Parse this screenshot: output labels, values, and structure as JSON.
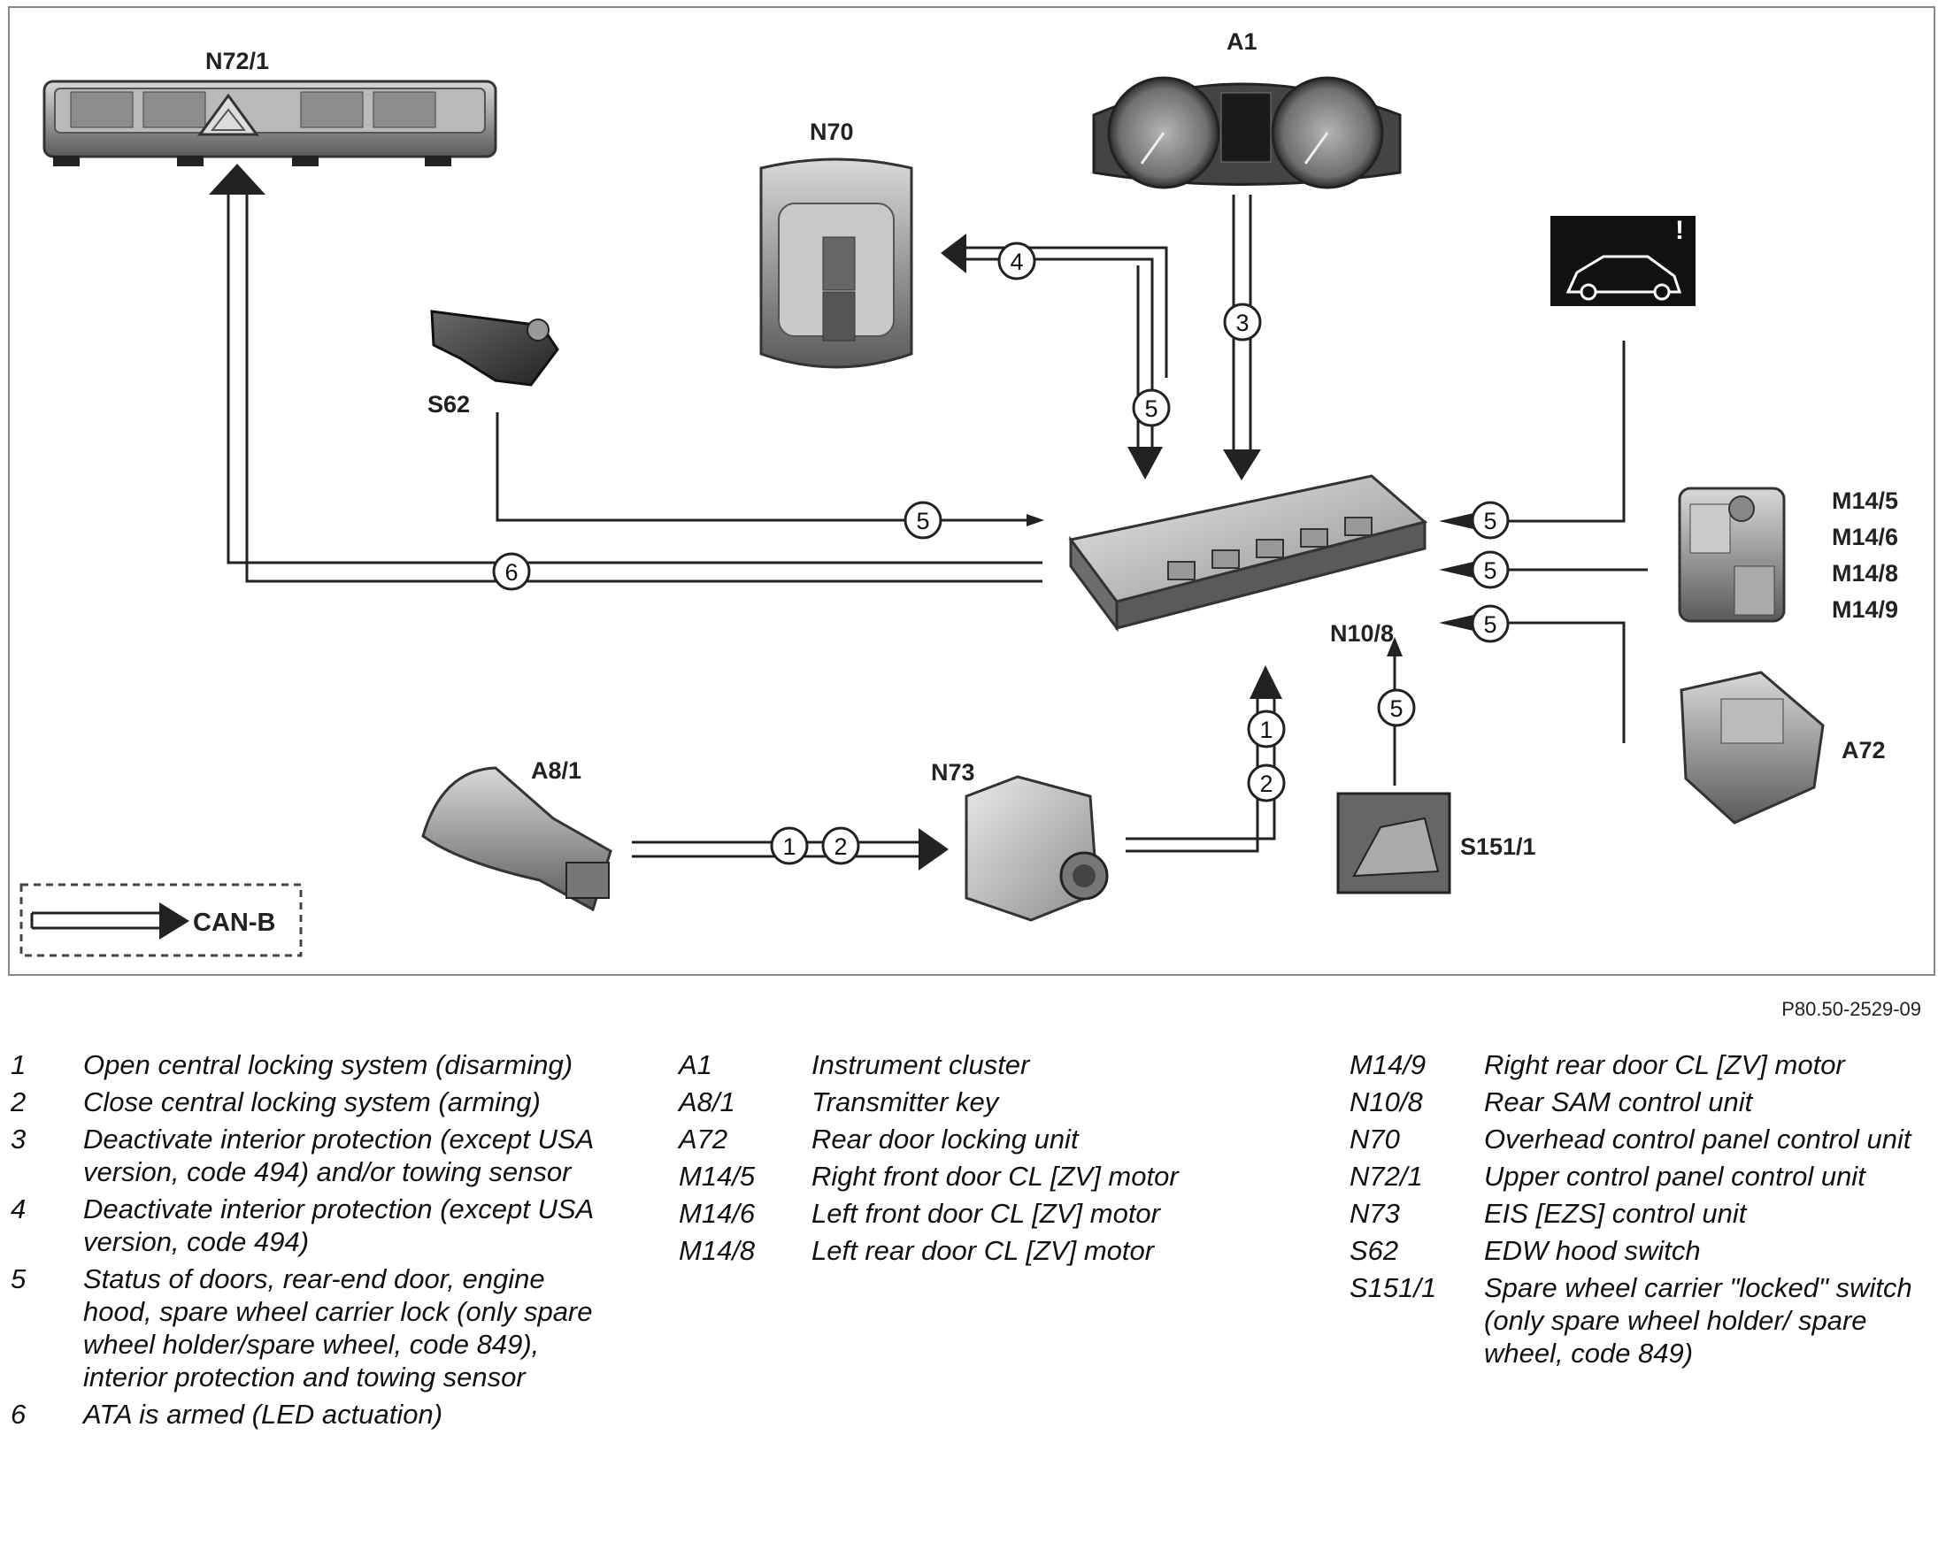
{
  "diagram": {
    "components": {
      "n72_1": "N72/1",
      "n70": "N70",
      "a1": "A1",
      "s62": "S62",
      "n10_8": "N10/8",
      "m14_group": [
        "M14/5",
        "M14/6",
        "M14/8",
        "M14/9"
      ],
      "a72": "A72",
      "a8_1": "A8/1",
      "n73": "N73",
      "s151_1": "S151/1"
    },
    "signal_numbers": {
      "n70_out": "4",
      "n70_in": "5",
      "a1_line": "3",
      "s62_line": "5",
      "n72_line": "6",
      "right_top": "5",
      "right_mid": "5",
      "right_low": "5",
      "s151_line": "5",
      "n73_up_1": "1",
      "n73_up_2": "2",
      "key_1": "1",
      "key_2": "2"
    },
    "legend_box": {
      "label": "CAN-B"
    },
    "drawing_code": "P80.50-2529-09"
  },
  "legend": {
    "col1": [
      {
        "key": "1",
        "text": "Open central locking system (disarming)"
      },
      {
        "key": "2",
        "text": "Close central locking system (arming)"
      },
      {
        "key": "3",
        "text": "Deactivate interior protection (except USA version, code 494) and/or towing sensor"
      },
      {
        "key": "4",
        "text": "Deactivate interior protection (except USA version, code 494)"
      },
      {
        "key": "5",
        "text": "Status of doors, rear-end door, engine hood, spare wheel carrier lock (only spare wheel holder/spare wheel, code 849), interior protection and towing sensor"
      },
      {
        "key": "6",
        "text": "ATA is armed (LED actuation)"
      }
    ],
    "col2": [
      {
        "key": "A1",
        "text": "Instrument cluster"
      },
      {
        "key": "A8/1",
        "text": "Transmitter key"
      },
      {
        "key": "A72",
        "text": "Rear door locking unit"
      },
      {
        "key": "M14/5",
        "text": "Right front door CL [ZV] motor"
      },
      {
        "key": "M14/6",
        "text": "Left front door CL [ZV] motor"
      },
      {
        "key": "M14/8",
        "text": "Left rear door CL [ZV] motor"
      }
    ],
    "col3": [
      {
        "key": "M14/9",
        "text": "Right rear door CL [ZV] motor"
      },
      {
        "key": "N10/8",
        "text": "Rear SAM control unit"
      },
      {
        "key": "N70",
        "text": "Overhead control panel control unit"
      },
      {
        "key": "N72/1",
        "text": "Upper control panel control unit"
      },
      {
        "key": "N73",
        "text": "EIS [EZS] control unit"
      },
      {
        "key": "S62",
        "text": "EDW hood switch"
      },
      {
        "key": "S151/1",
        "text": "Spare wheel carrier \"locked\" switch (only spare wheel holder/ spare wheel, code 849)"
      }
    ]
  }
}
